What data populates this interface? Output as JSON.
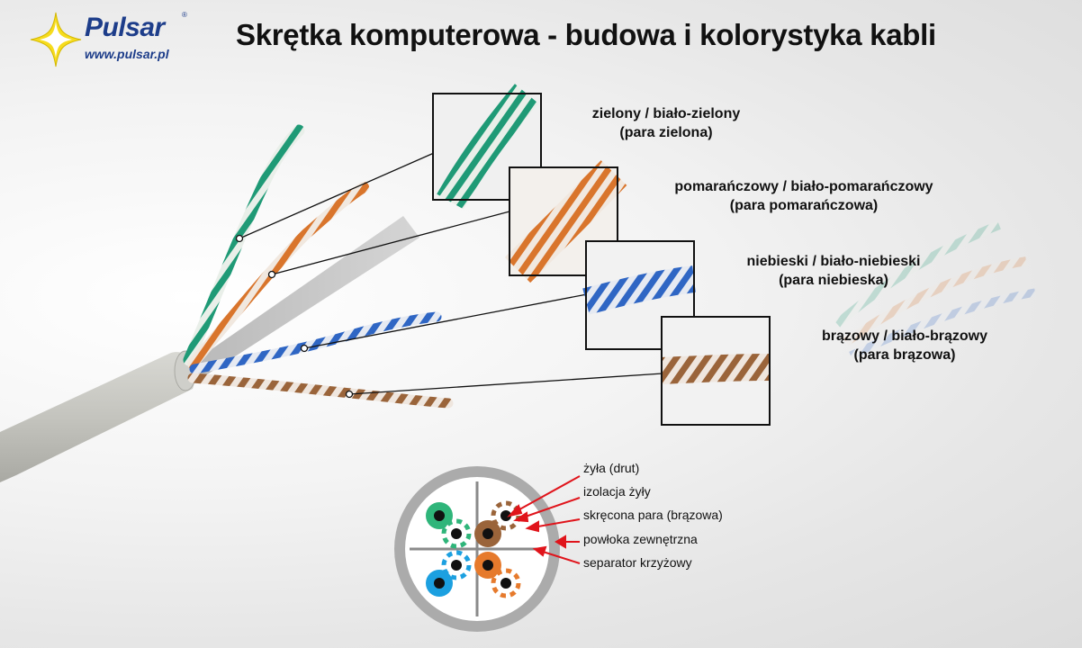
{
  "header": {
    "title": "Skrętka komputerowa - budowa i kolorystyka kabli",
    "logo_brand": "Pulsar",
    "logo_reg": "®",
    "logo_url": "www.pulsar.pl"
  },
  "colors": {
    "green": "#1f9a76",
    "orange": "#d9752c",
    "blue": "#2f66c4",
    "brown": "#9a643a",
    "jacket": "#c9c9c4",
    "arrow": "#e0141b",
    "logo_blue": "#1d3d8a",
    "logo_yellow": "#f6dc1e"
  },
  "pairs": [
    {
      "id": "green",
      "colors": "zielony / biało-zielony",
      "pair": "(para zielona)"
    },
    {
      "id": "orange",
      "colors": "pomarańczowy / biało-pomarańczowy",
      "pair": "(para pomarańczowa)"
    },
    {
      "id": "blue",
      "colors": "niebieski / biało-niebieski",
      "pair": "(para niebieska)"
    },
    {
      "id": "brown",
      "colors": "brązowy / biało-brązowy",
      "pair": "(para brązowa)"
    }
  ],
  "cross_section": {
    "labels": [
      "żyła (drut)",
      "izolacja żyły",
      "skręcona para (brązowa)",
      "powłoka zewnętrzna",
      "separator krzyżowy"
    ]
  }
}
